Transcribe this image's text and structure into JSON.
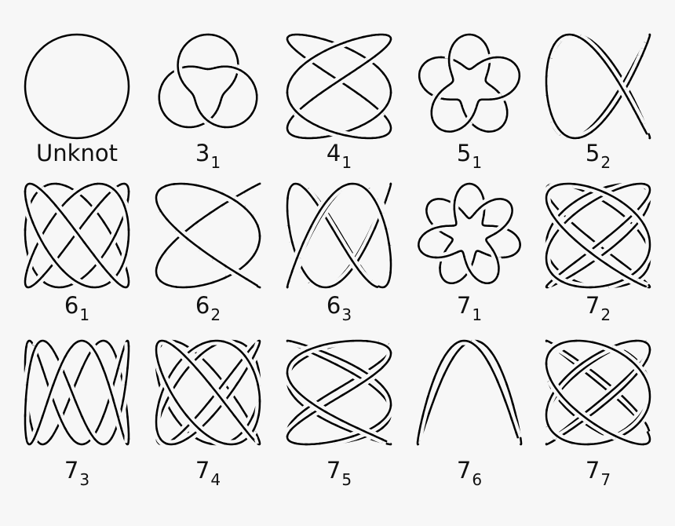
{
  "background": "#f7f7f7",
  "stroke_color": "#000000",
  "knots": [
    {
      "main": "Unknot",
      "sub": ""
    },
    {
      "main": "3",
      "sub": "1"
    },
    {
      "main": "4",
      "sub": "1"
    },
    {
      "main": "5",
      "sub": "1"
    },
    {
      "main": "5",
      "sub": "2"
    },
    {
      "main": "6",
      "sub": "1"
    },
    {
      "main": "6",
      "sub": "2"
    },
    {
      "main": "6",
      "sub": "3"
    },
    {
      "main": "7",
      "sub": "1"
    },
    {
      "main": "7",
      "sub": "2"
    },
    {
      "main": "7",
      "sub": "3"
    },
    {
      "main": "7",
      "sub": "4"
    },
    {
      "main": "7",
      "sub": "5"
    },
    {
      "main": "7",
      "sub": "6"
    },
    {
      "main": "7",
      "sub": "7"
    }
  ]
}
